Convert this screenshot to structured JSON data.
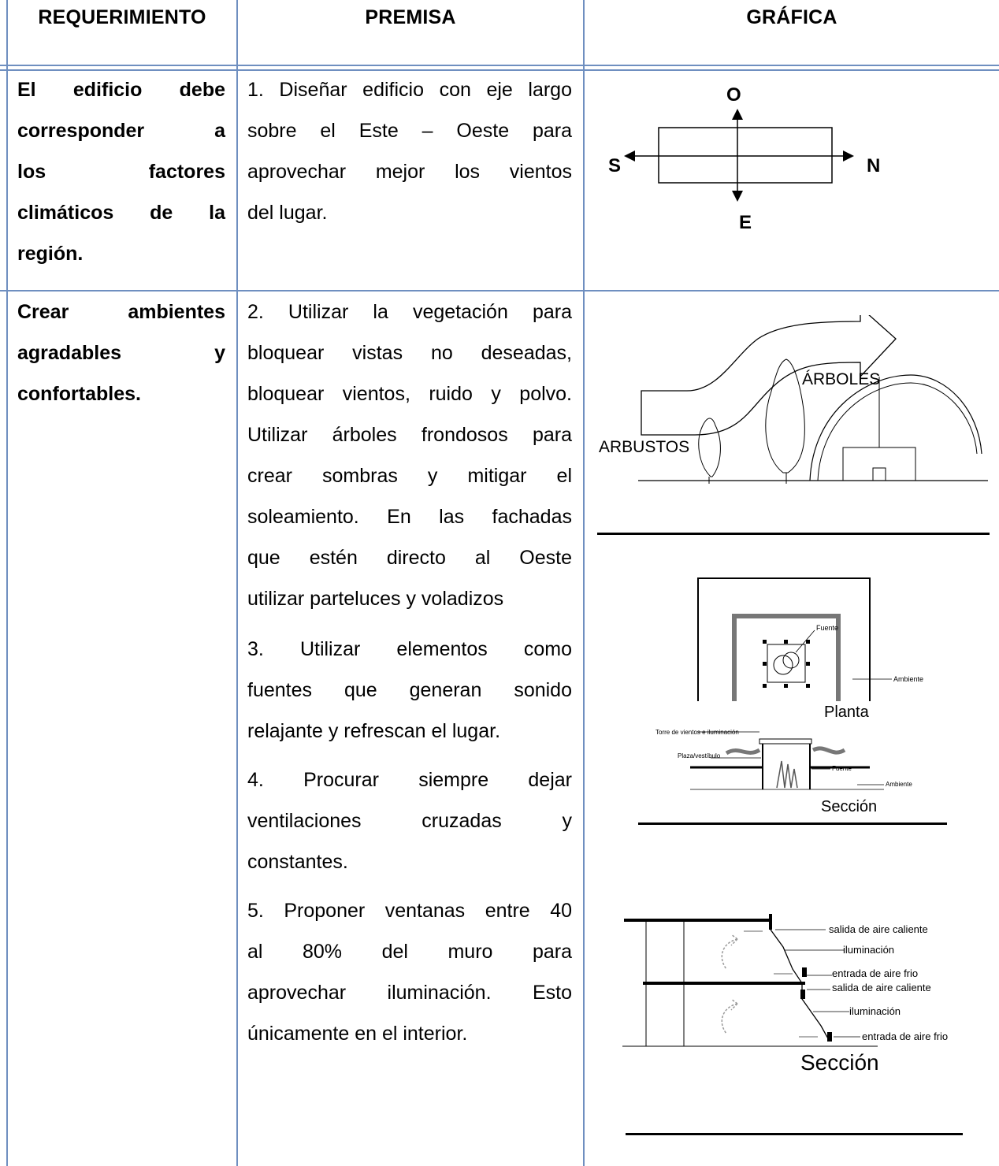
{
  "table": {
    "headers": [
      "REQUERIMIENTO",
      "PREMISA",
      "GRÁFICA"
    ],
    "rows": [
      {
        "requirement": "El edificio debe corresponder a los factores climáticos de la región.",
        "requirement_lines": [
          "El edificio debe",
          "corresponder a",
          "los factores",
          "climáticos de la",
          "región."
        ],
        "premises": [
          {
            "lines": [
              "1. Diseñar edificio con eje largo",
              "sobre el Este – Oeste para",
              "aprovechar mejor los vientos",
              "del lugar."
            ]
          }
        ],
        "graphic": {
          "compass": {
            "north": "N",
            "south": "S",
            "east": "E",
            "west": "O"
          }
        }
      },
      {
        "requirement": "Crear ambientes agradables y confortables.",
        "requirement_lines": [
          "Crear ambientes",
          "agradables y",
          "confortables."
        ],
        "premises": [
          {
            "lines": [
              "2. Utilizar la vegetación para",
              "bloquear vistas no deseadas,",
              "bloquear vientos, ruido y polvo.",
              "Utilizar árboles frondosos para",
              "crear sombras y mitigar el",
              "soleamiento. En las fachadas",
              "que estén directo al Oeste",
              "utilizar parteluces y voladizos"
            ]
          },
          {
            "lines": [
              "3. Utilizar elementos como",
              "fuentes que generan sonido",
              "relajante y refrescan el lugar."
            ]
          },
          {
            "lines": [
              "4. Procurar siempre dejar",
              "ventilaciones cruzadas y",
              "constantes."
            ]
          },
          {
            "lines": [
              "5. Proponer ventanas entre 40",
              "al 80% del muro para",
              "aprovechar iluminación. Esto",
              "únicamente en el interior."
            ]
          }
        ],
        "graphics": {
          "vegetation": {
            "label_trees": "ÁRBOLES",
            "label_shrubs": "ARBUSTOS"
          },
          "fountain": {
            "plan_title": "Planta",
            "section_title": "Sección",
            "label_fountain": "Fuente",
            "label_ambient": "Ambiente",
            "label_tower": "Torre de vientos e iluminación",
            "label_plaza": "Plaza/vestíbulo"
          },
          "windows_section": {
            "title": "Sección",
            "labels": [
              "salida de aire caliente",
              "iluminación",
              "entrada de aire frio",
              "salida de aire caliente",
              "iluminación",
              "entrada de aire frio"
            ]
          }
        }
      }
    ]
  }
}
